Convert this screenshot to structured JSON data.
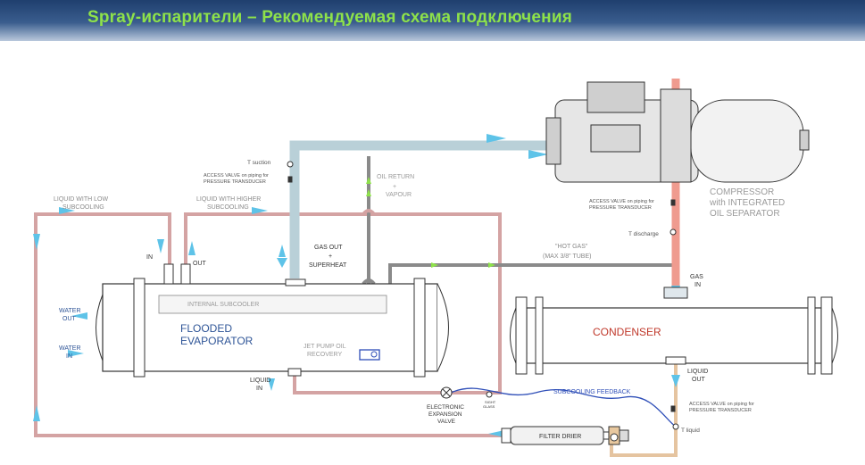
{
  "title": "Spray-испарители – Рекомендуемая схема подключения",
  "colors": {
    "title_text": "#8ee24a",
    "low_subcooling_line": "#d4a3a3",
    "suction_line": "#b9d0d8",
    "oil_return_line": "#8a8a8a",
    "hot_gas_line": "#ef9b8f",
    "liquid_out_line": "#e5c4a0",
    "flow_arrow": "#5ec3e8",
    "feedback_wire": "#2f4fb8",
    "equipment_label": "#c0392b"
  },
  "labels": {
    "t_suction": "T suction",
    "access_valve_1a": "ACCESS VALVE on piping for",
    "access_valve_1b": "PRESSURE TRANSDUCER",
    "oil_return_1": "OIL RETURN",
    "oil_return_2": "+",
    "oil_return_3": "VAPOUR",
    "liquid_low_1": "LIQUID WITH LOW",
    "liquid_low_2": "SUBCOOLING",
    "liquid_high_1": "LIQUID WITH HIGHER",
    "liquid_high_2": "SUBCOOLING",
    "in_label": "IN",
    "out_label": "OUT",
    "gas_out_1": "GAS OUT",
    "gas_out_2": "+",
    "gas_out_3": "SUPERHEAT",
    "hot_gas_1": "\"HOT GAS\"",
    "hot_gas_2": "(MAX 3/8\" TUBE)",
    "access_valve_2a": "ACCESS VALVE on piping for",
    "access_valve_2b": "PRESSURE TRANSDUCER",
    "t_discharge": "T discharge",
    "compressor_1": "COMPRESSOR",
    "compressor_2": "with INTEGRATED",
    "compressor_3": "OIL SEPARATOR",
    "gas_in_1": "GAS",
    "gas_in_2": "IN",
    "internal_subcooler": "INTERNAL SUBCOOLER",
    "flooded_1": "FLOODED",
    "flooded_2": "EVAPORATOR",
    "water_out_1": "WATER",
    "water_out_2": "OUT",
    "water_in_1": "WATER",
    "water_in_2": "IN",
    "jet_pump_1": "JET PUMP OIL",
    "jet_pump_2": "RECOVERY",
    "condenser": "CONDENSER",
    "liquid_in_1": "LIQUID",
    "liquid_in_2": "IN",
    "eev_1": "ELECTRONIC",
    "eev_2": "EXPANSION",
    "eev_3": "VALVE",
    "sight_glass_1": "SIGHT",
    "sight_glass_2": "GLASS",
    "subcooling_feedback": "SUBCOOLING FEEDBACK",
    "liquid_out_1": "LIQUID",
    "liquid_out_2": "OUT",
    "access_valve_3a": "ACCESS VALVE on piping for",
    "access_valve_3b": "PRESSURE TRANSDUCER",
    "t_liquid": "T liquid",
    "filter_drier": "FILTER DRIER"
  }
}
